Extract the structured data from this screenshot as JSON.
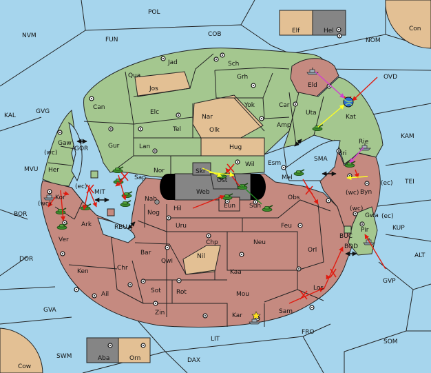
{
  "colors": {
    "sea": "#a6d5ed",
    "green": "#a4c78f",
    "red": "#c58a80",
    "tan": "#e3c094",
    "gray": "#858585",
    "border": "#222222",
    "order_move": "#e01b10",
    "order_support": "#ffff22",
    "order_convoy": "#d040d0",
    "order_hold": "#228822"
  },
  "sea": {
    "pol": "POL",
    "nvm": "NVM",
    "fun": "FUN",
    "cob": "COB",
    "nom": "NOM",
    "con": "Con",
    "kal": "KAL",
    "gvg": "GVG",
    "ovd": "OVD",
    "kam": "KAM",
    "tei": "TEI",
    "mvu": "MVU",
    "gor": "GOR",
    "sma": "SMA",
    "mit": "MIT",
    "rbu": "RBU",
    "buc": "BUC",
    "bod": "BOD",
    "bor": "BOR",
    "kup": "KUP",
    "dor": "DOR",
    "alt": "ALT",
    "gvp": "GVP",
    "gva": "GVA",
    "fro": "FRO",
    "som": "SOM",
    "lit": "LIT",
    "swm": "SWM",
    "dax": "DAX",
    "cow": "Cow"
  },
  "land": {
    "jad": "Jad",
    "sch": "Sch",
    "qua": "Qua",
    "jos": "Jos",
    "grh": "Grh",
    "eld": "Eld",
    "can": "Can",
    "yok": "Yok",
    "car": "Car",
    "uta": "Uta",
    "kat": "Kat",
    "elc": "Elc",
    "nar": "Nar",
    "amp": "Amp",
    "tel": "Tel",
    "olk": "Olk",
    "gaw": "Gaw",
    "gur": "Gur",
    "lan": "Lan",
    "hug": "Hug",
    "rie": "Rie",
    "bri": "Bri",
    "wc1": "(wc)",
    "her": "Her",
    "nor": "Nor",
    "skr": "Skr",
    "wil": "Wil",
    "esm": "Esm",
    "sap": "Sap",
    "ost": "Ost",
    "mel": "Mel",
    "web": "Web",
    "ec1": "(ec)",
    "byn": "Byn",
    "ec2": "(ec)",
    "kor": "Kor",
    "wc2": "(wc)",
    "nab": "Nab",
    "eun": "Eun",
    "sun": "Sun",
    "obs": "Obs",
    "wc3": "(wc)",
    "wc4": "(wc)",
    "gwa": "Gwa",
    "ec3": "(ec)",
    "ark": "Ark",
    "hil": "Hil",
    "nog": "Nog",
    "uru": "Uru",
    "feu": "Feu",
    "pir": "Pir",
    "ver": "Ver",
    "chp": "Chp",
    "neu": "Neu",
    "bar": "Bar",
    "qwi": "Qwi",
    "nil": "Nil",
    "orl": "Orl",
    "ken": "Ken",
    "chr": "Chr",
    "kaa": "Kaa",
    "ail": "Ail",
    "sot": "Sot",
    "rot": "Rot",
    "mou": "Mou",
    "los": "Los",
    "zin": "Zin",
    "kar": "Kar",
    "sam": "Sam"
  },
  "legend_top": {
    "elf": "Elf",
    "hel": "Hel"
  },
  "legend_bottom": {
    "aba": "Aba",
    "orn": "Orn"
  }
}
